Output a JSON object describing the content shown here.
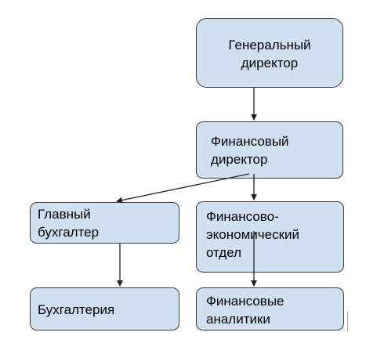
{
  "nodes": {
    "ceo": {
      "line1": "Генеральный",
      "line2": "директор"
    },
    "cfo": {
      "line1": "Финансовый",
      "line2": "директор"
    },
    "chief_accountant": {
      "line1": "Главный",
      "line2": "бухгалтер"
    },
    "fin_econ_dept": {
      "line1": "Финансово-",
      "line2": "экономический",
      "line3": "отдел"
    },
    "accounting": {
      "line1": "Бухгалтерия"
    },
    "analysts": {
      "line1": "Финансовые",
      "line2": "аналитики"
    }
  },
  "colors": {
    "node_fill": "#cfe0f1",
    "node_border": "#3c3c3c",
    "connector": "#222222"
  }
}
